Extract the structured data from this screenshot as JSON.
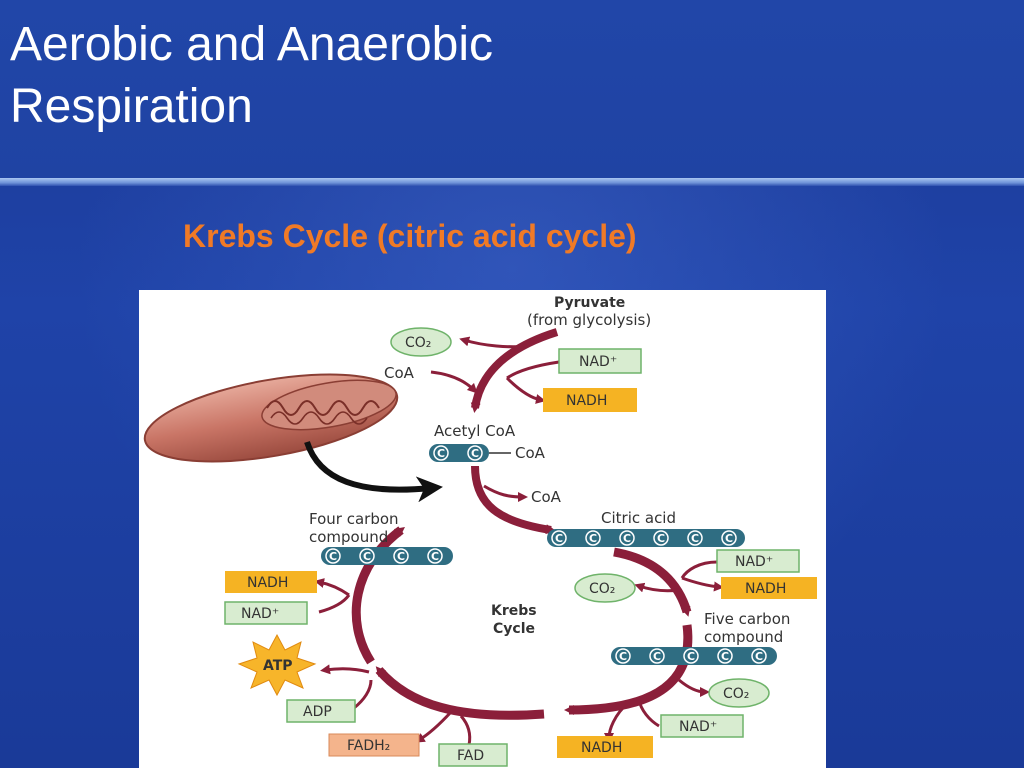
{
  "slide": {
    "title_line1": "Aerobic and Anaerobic",
    "title_line2": "Respiration",
    "subtitle": "Krebs Cycle (citric acid cycle)"
  },
  "colors": {
    "background": "#1f43a8",
    "subtitle": "#f07a26",
    "arrow": "#8b1f3a",
    "green_box": "#d8ecd0",
    "green_border": "#6fb36a",
    "orange_box": "#f5b323",
    "carbon_pill": "#2f6d82",
    "fadh2_box": "#f4b48c",
    "atp_star": "#f7b52a"
  },
  "diagram": {
    "pyruvate": "Pyruvate",
    "pyruvate_source": "(from glycolysis)",
    "co2": "CO₂",
    "nad_plus": "NAD⁺",
    "nadh": "NADH",
    "coa": "CoA",
    "acetyl_coa": "Acetyl CoA",
    "carbon": "C",
    "citric_acid": "Citric acid",
    "four_carbon_line1": "Four carbon",
    "four_carbon_line2": "compound",
    "five_carbon_line1": "Five carbon",
    "five_carbon_line2": "compound",
    "cycle_line1": "Krebs",
    "cycle_line2": "Cycle",
    "atp": "ATP",
    "adp": "ADP",
    "fadh2": "FADH₂",
    "fad": "FAD"
  }
}
